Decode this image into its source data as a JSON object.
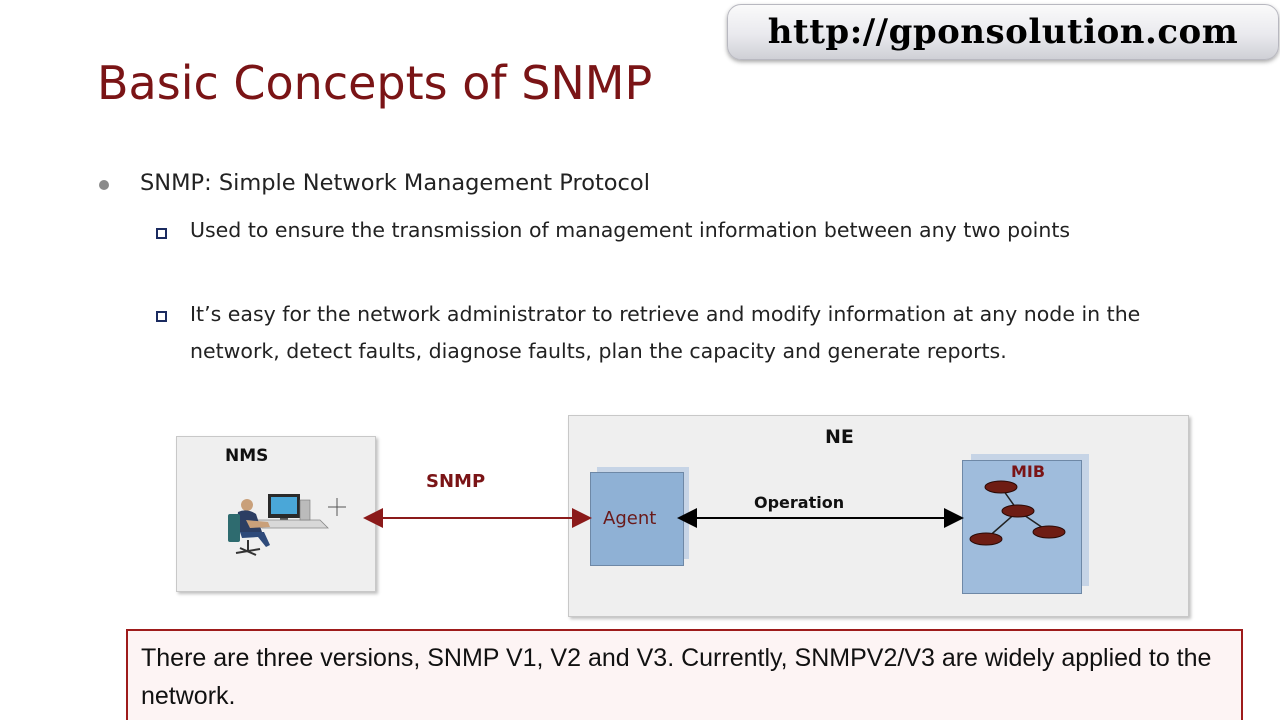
{
  "banner": {
    "url": "http://gponsolution.com"
  },
  "slide": {
    "title": "Basic Concepts of SNMP",
    "bullet": "SNMP: Simple Network Management Protocol",
    "sub_bullets": [
      "Used to ensure the transmission of management information between any two points",
      "It’s easy for the network administrator to retrieve and modify information at any node in the network, detect faults, diagnose faults, plan the capacity and generate reports."
    ]
  },
  "diagram": {
    "nms_label": "NMS",
    "ne_label": "NE",
    "snmp_label": "SNMP",
    "operation_label": "Operation",
    "agent_label": "Agent",
    "mib_label": "MIB"
  },
  "note": {
    "text": "There are three versions, SNMP V1, V2 and V3. Currently, SNMPV2/V3 are widely applied to the network."
  },
  "colors": {
    "title": "#7a1416",
    "accent_arrow": "#8b1a1a",
    "box_blue": "#8fb1d5",
    "note_border": "#9e1b1b"
  }
}
